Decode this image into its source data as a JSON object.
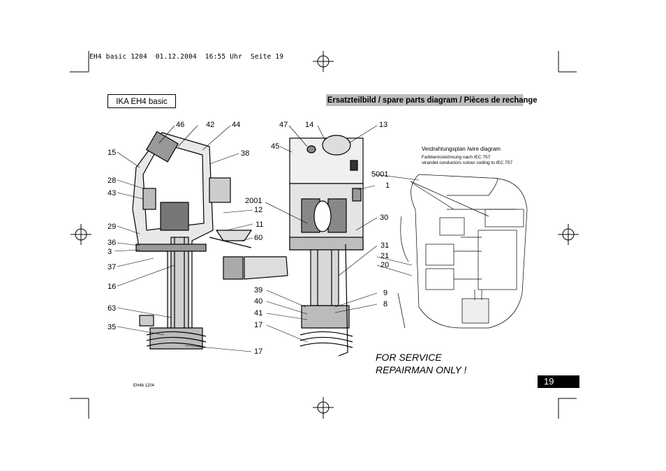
{
  "header": {
    "print_line": "EH4 basic 1204  01.12.2004  16:55 Uhr  Seite 19"
  },
  "model_label": "IKA  EH4 basic",
  "section_title": "Ersatzteilbild / spare parts diagram / Pièces de rechange",
  "left_diagram_labels": [
    "46",
    "42",
    "44",
    "15",
    "38",
    "28",
    "43",
    "29",
    "36",
    "3",
    "37",
    "16",
    "63",
    "35",
    "17"
  ],
  "middle_diagram_labels": [
    "47",
    "14",
    "13",
    "45",
    "5001",
    "1",
    "2001",
    "12",
    "11",
    "60",
    "30",
    "31",
    "21",
    "20",
    "9",
    "8",
    "39",
    "40",
    "41",
    "17"
  ],
  "wiring": {
    "title": "Verdrahtungsplan /wire diagram",
    "subtitle_1": "Farbkennzeichnung nach IEC 757",
    "subtitle_2": "strandet conductors colour coding to IEC 757"
  },
  "service_note": {
    "line1": "FOR SERVICE",
    "line2": "REPAIRMAN ONLY !"
  },
  "page_number": "19",
  "footer_code": "EH4b  1204"
}
